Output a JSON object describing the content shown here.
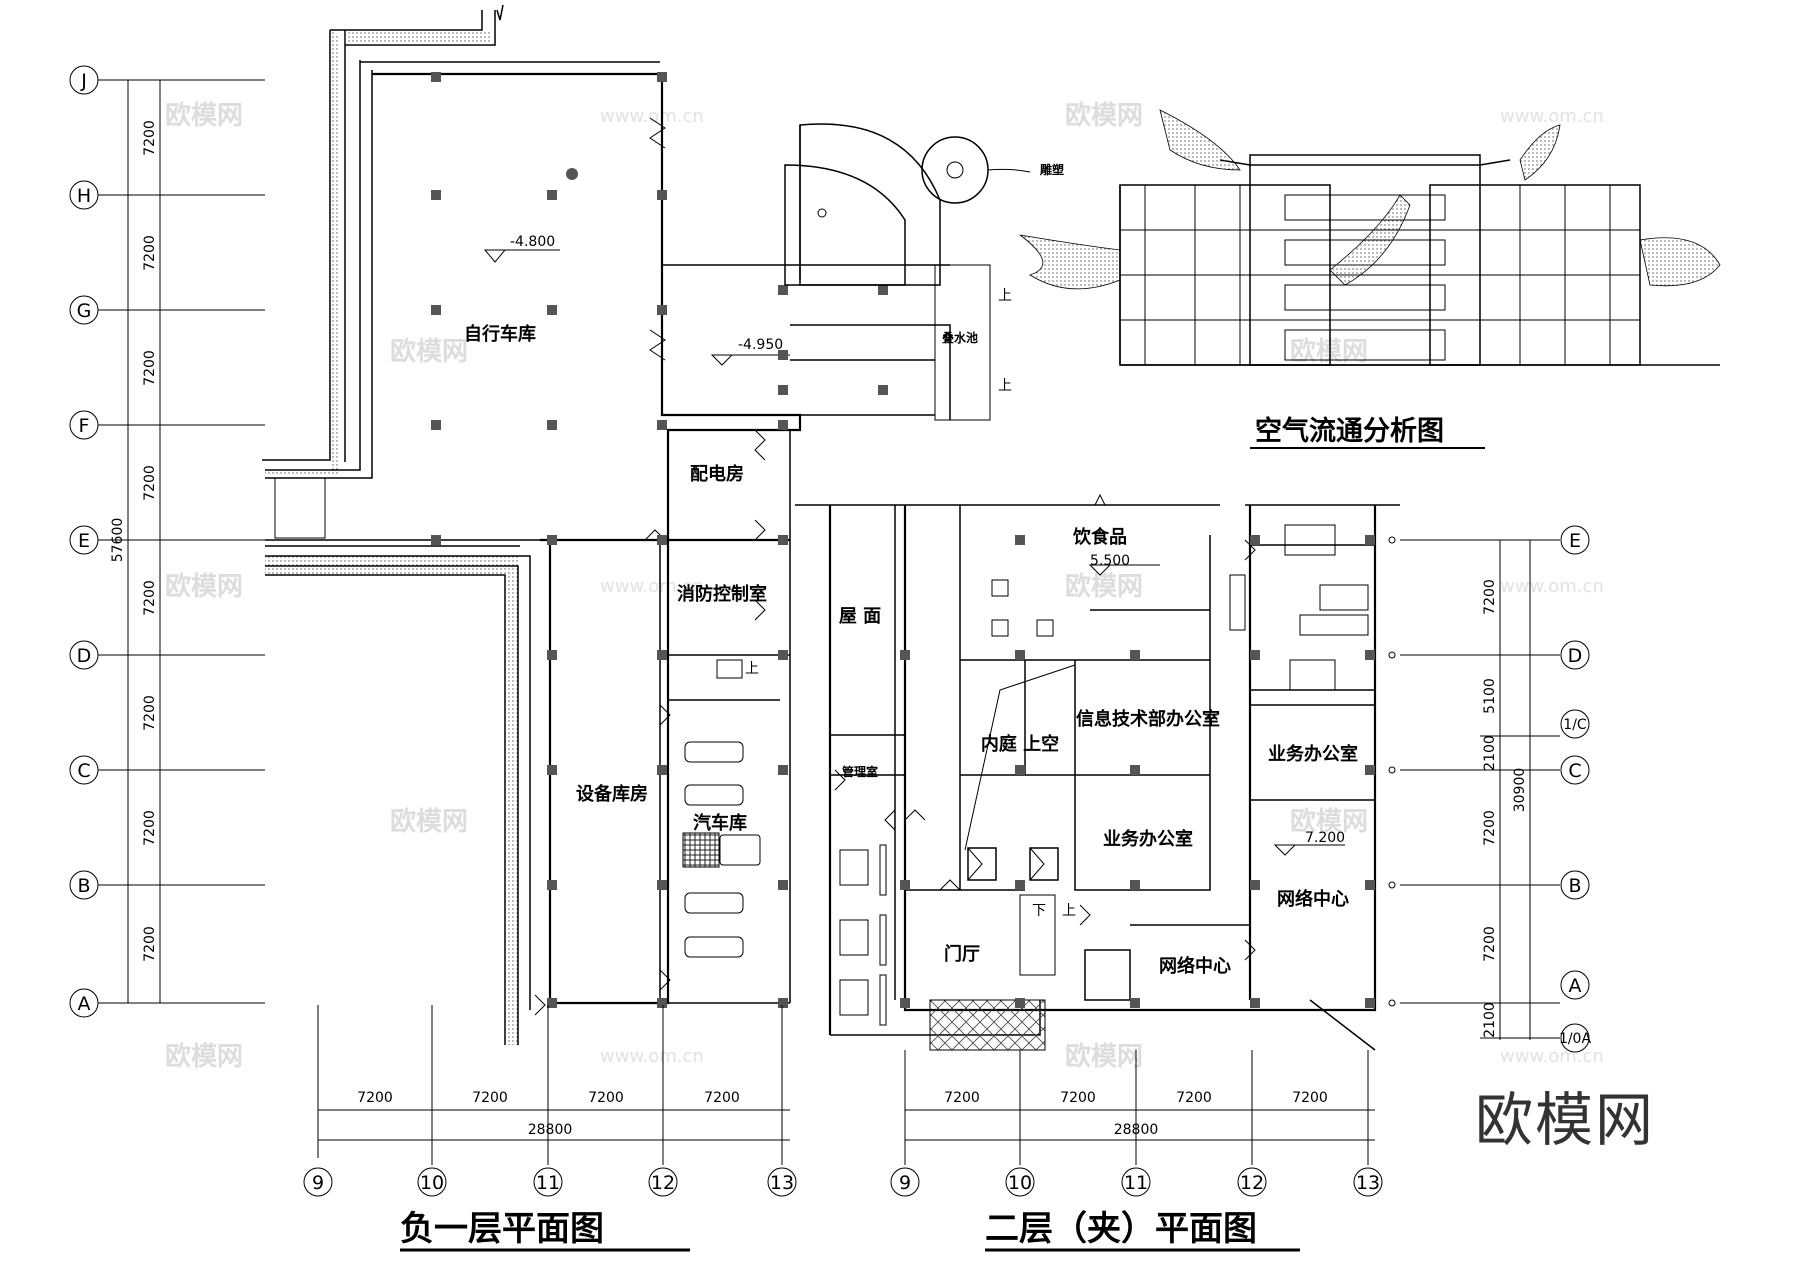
{
  "plan_left": {
    "title": "负一层平面图",
    "axes_rows": [
      "J",
      "H",
      "G",
      "F",
      "E",
      "D",
      "C",
      "B",
      "A"
    ],
    "row_dims": [
      "7200",
      "7200",
      "7200",
      "7200",
      "7200",
      "7200",
      "7200",
      "7200"
    ],
    "row_total": "57600",
    "axes_cols": [
      "9",
      "10",
      "11",
      "12",
      "13"
    ],
    "col_dims": [
      "7200",
      "7200",
      "7200",
      "7200"
    ],
    "col_total": "28800",
    "rooms": {
      "bike": "自行车库",
      "power": "配电房",
      "fire": "消防控制室",
      "storage": "设备库房",
      "garage": "汽车库",
      "pool": "叠水池",
      "sculpture": "雕塑"
    },
    "elev_1": "-4.800",
    "elev_2": "-4.950",
    "up_1": "上",
    "up_2": "上",
    "up_3": "上"
  },
  "plan_right": {
    "title": "二层（夹）平面图",
    "axes_rows": [
      "E",
      "D",
      "1/C",
      "C",
      "B",
      "A",
      "1/0A"
    ],
    "row_dims": [
      "7200",
      "5100",
      "2100",
      "7200",
      "7200",
      "2100"
    ],
    "row_total": "30900",
    "axes_cols": [
      "9",
      "10",
      "11",
      "12",
      "13"
    ],
    "col_dims": [
      "7200",
      "7200",
      "7200",
      "7200"
    ],
    "col_total": "28800",
    "rooms": {
      "roof": "屋  面",
      "food": "饮食品",
      "mgmt": "管理室",
      "court": "内庭  上空",
      "it_office": "信息技术部办公室",
      "biz_office_1": "业务办公室",
      "biz_office_2": "业务办公室",
      "network_1": "网络中心",
      "network_2": "网络中心",
      "lobby": "门厅"
    },
    "elev_1": "5.500",
    "elev_2": "7.200",
    "down": "下",
    "up": "上"
  },
  "section": {
    "title": "空气流通分析图"
  },
  "watermark": {
    "text": "欧模网",
    "url": "www.om.cn"
  },
  "brand": "欧模网"
}
